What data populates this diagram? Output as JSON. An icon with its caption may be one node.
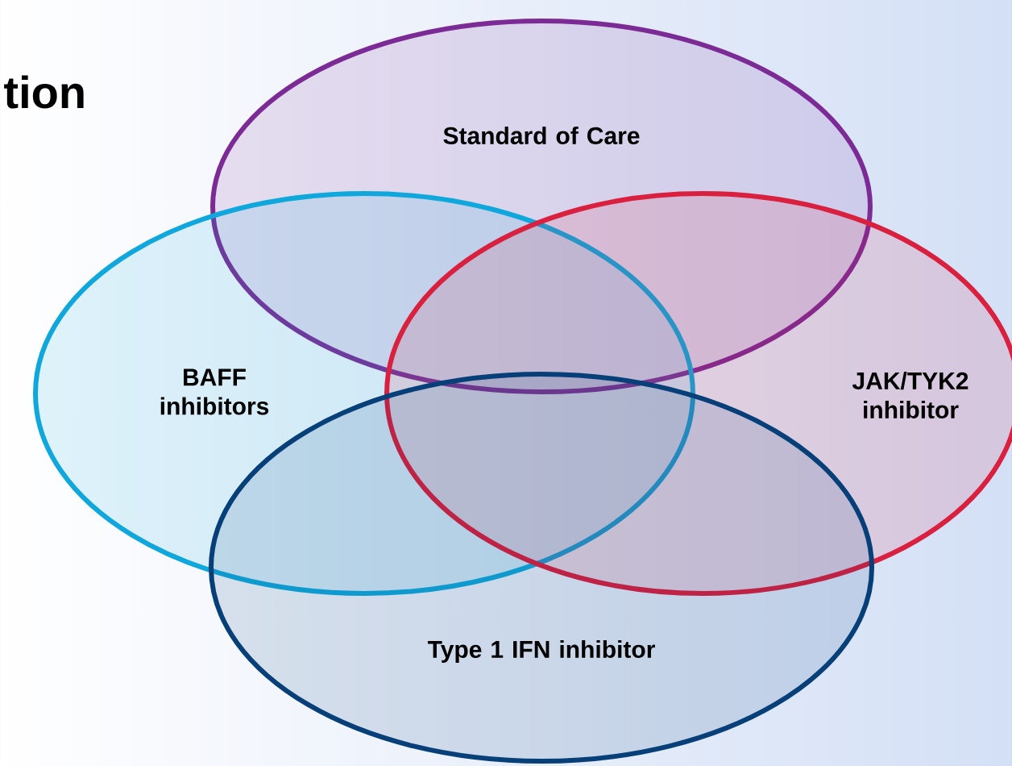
{
  "diagram": {
    "title": "tion",
    "nodes": [
      {
        "text": [
          "Standard of Care"
        ]
      },
      {
        "text": [
          "BAFF inhibitors"
        ]
      },
      {
        "text": [
          "JAK/TYK2 inhibitor"
        ]
      },
      {
        "text": [
          "Type 1 IFN inhibitor"
        ]
      }
    ]
  }
}
